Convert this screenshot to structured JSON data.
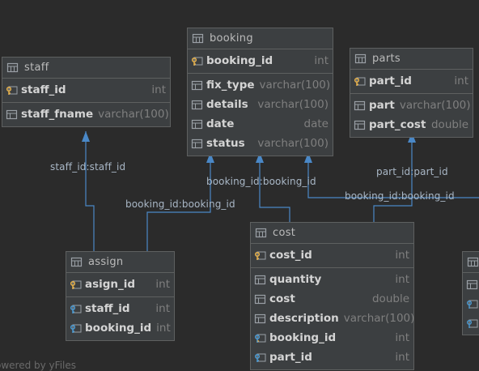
{
  "tables": {
    "staff": {
      "title": "staff",
      "rows": [
        {
          "name": "staff_id",
          "type": "int",
          "icon": "primary-key-icon"
        }
      ],
      "columns": [
        {
          "name": "staff_fname",
          "type": "varchar(100)",
          "icon": "column-icon"
        }
      ]
    },
    "booking": {
      "title": "booking",
      "rows": [
        {
          "name": "booking_id",
          "type": "int",
          "icon": "primary-key-icon"
        }
      ],
      "columns": [
        {
          "name": "fix_type",
          "type": "varchar(100)",
          "icon": "column-icon"
        },
        {
          "name": "details",
          "type": "varchar(100)",
          "icon": "column-icon"
        },
        {
          "name": "date",
          "type": "date",
          "icon": "column-icon"
        },
        {
          "name": "status",
          "type": "varchar(100)",
          "icon": "column-icon"
        }
      ]
    },
    "parts": {
      "title": "parts",
      "rows": [
        {
          "name": "part_id",
          "type": "int",
          "icon": "primary-key-icon"
        }
      ],
      "columns": [
        {
          "name": "part",
          "type": "varchar(100)",
          "icon": "column-icon"
        },
        {
          "name": "part_cost",
          "type": "double",
          "icon": "column-icon"
        }
      ]
    },
    "assign": {
      "title": "assign",
      "rows": [
        {
          "name": "asign_id",
          "type": "int",
          "icon": "primary-key-icon"
        }
      ],
      "columns": [
        {
          "name": "staff_id",
          "type": "int",
          "icon": "foreign-key-icon"
        },
        {
          "name": "booking_id",
          "type": "int",
          "icon": "foreign-key-icon"
        }
      ]
    },
    "cost": {
      "title": "cost",
      "rows": [
        {
          "name": "cost_id",
          "type": "int",
          "icon": "primary-key-icon"
        }
      ],
      "columns": [
        {
          "name": "quantity",
          "type": "int",
          "icon": "column-icon"
        },
        {
          "name": "cost",
          "type": "double",
          "icon": "column-icon"
        },
        {
          "name": "description",
          "type": "varchar(100)",
          "icon": "column-icon"
        },
        {
          "name": "booking_id",
          "type": "int",
          "icon": "primary-foreign-key-icon"
        },
        {
          "name": "part_id",
          "type": "int",
          "icon": "foreign-key-icon"
        }
      ]
    }
  },
  "edge_labels": {
    "assign_staff": "staff_id:staff_id",
    "assign_booking": "booking_id:booking_id",
    "cost_booking": "booking_id:booking_id",
    "other_booking": "booking_id:booking_id",
    "cost_parts": "part_id:part_id"
  },
  "watermark": "owered by yFiles",
  "colors": {
    "background": "#2b2b2b",
    "table_bg": "#3c3f41",
    "edge": "#4a88c7",
    "border": "#5e6060"
  }
}
